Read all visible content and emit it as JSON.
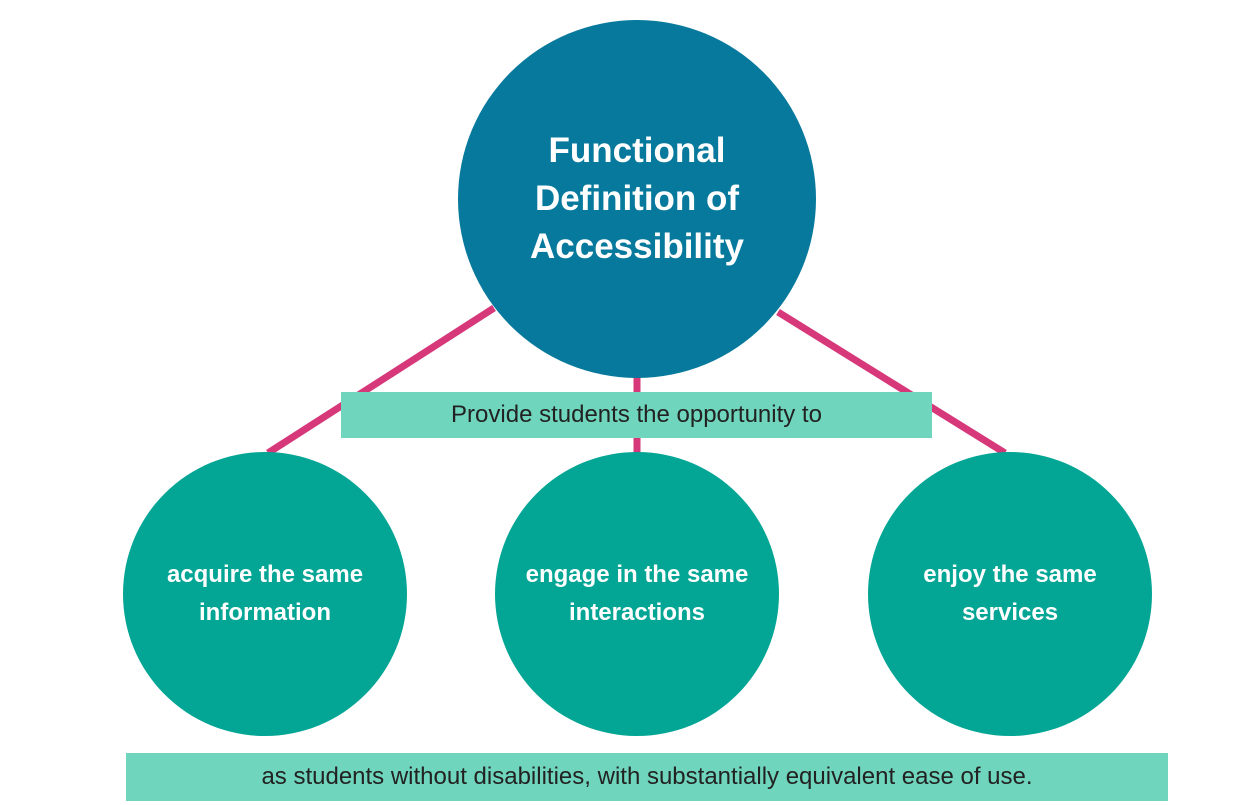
{
  "colors": {
    "main_circle": "#07799c",
    "sub_circle": "#03a594",
    "banner": "#6fd5bd",
    "connector": "#d6387a",
    "stem": "#03a594"
  },
  "diagram": {
    "root": {
      "label": "Functional Definition of Accessibility"
    },
    "connector_label": "Provide students the opportunity to",
    "children": [
      {
        "label": "acquire the same information"
      },
      {
        "label": "engage in the same interactions"
      },
      {
        "label": "enjoy the same services"
      }
    ],
    "footer": "as students without disabilities, with substantially equivalent ease of use."
  }
}
